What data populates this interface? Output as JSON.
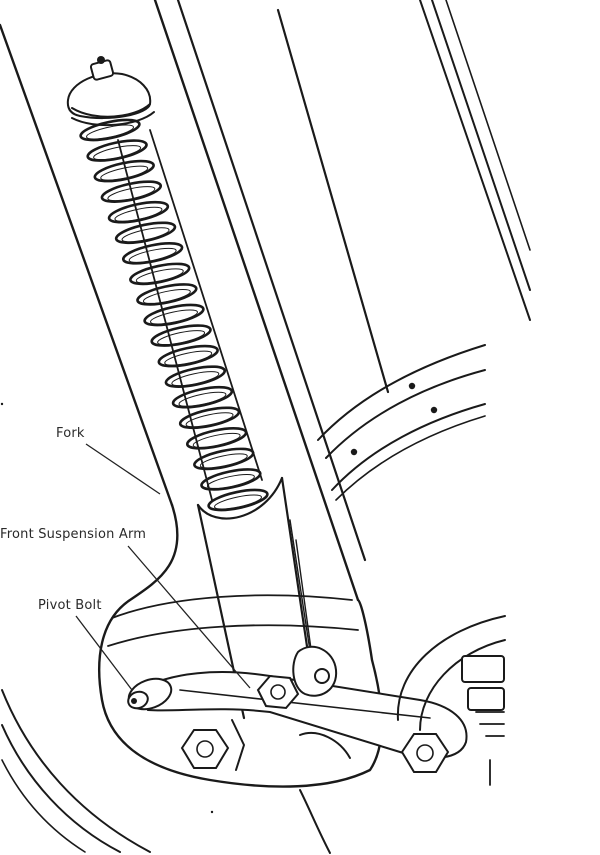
{
  "labels": {
    "fork": "Fork",
    "front_suspension_arm": "Front Suspension Arm",
    "pivot_bolt": "Pivot Bolt"
  }
}
